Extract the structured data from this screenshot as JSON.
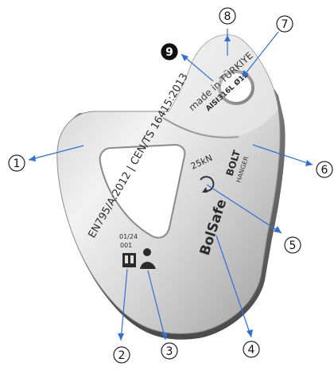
{
  "hanger": {
    "standards_text": "EN795/A:2012 | CEN/TS 16415:2013",
    "made_in_text": "made in TÜRKIYE",
    "material_text": "AISI316L Ø12",
    "batch_top": "01/24",
    "batch_bottom": "001",
    "strength_text": "25kN",
    "brand_text": "BolSafe",
    "brand_subtext": "BOLT HANGER",
    "bolt_text": "BOLT",
    "hanger_text": "HANGER"
  },
  "callouts": [
    {
      "number": "1"
    },
    {
      "number": "2"
    },
    {
      "number": "3"
    },
    {
      "number": "4"
    },
    {
      "number": "5"
    },
    {
      "number": "6"
    },
    {
      "number": "7"
    },
    {
      "number": "8"
    },
    {
      "number": "9"
    }
  ],
  "colors": {
    "leader": "#2f6fd6",
    "metal_light": "#e6e6e6",
    "metal_dark": "#8a8a8a"
  }
}
